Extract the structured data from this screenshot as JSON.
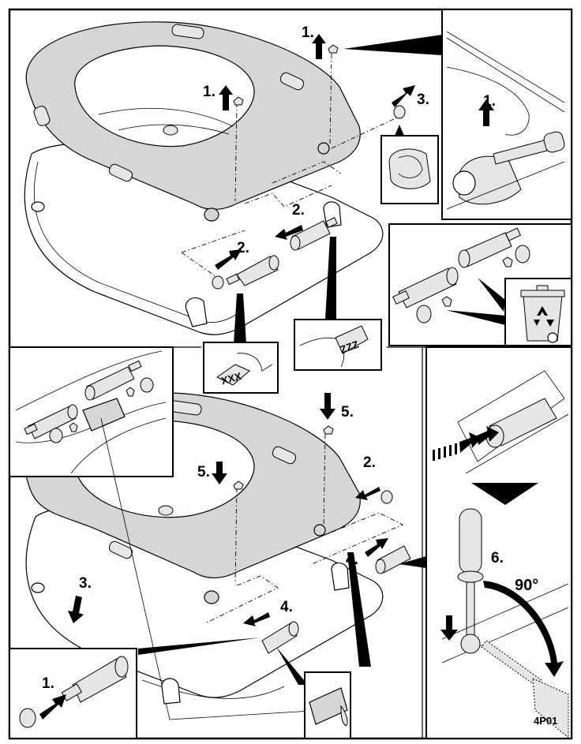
{
  "figure": {
    "code": "4P01",
    "colors": {
      "line": "#000000",
      "shade": "#d6d6d6",
      "background": "#ffffff"
    }
  },
  "top_overview": {
    "steps": [
      {
        "id": "lift-cap-left",
        "label": "1."
      },
      {
        "id": "lift-cap-right",
        "label": "1."
      },
      {
        "id": "pull-pin-right",
        "label": "2."
      },
      {
        "id": "pull-pin-left",
        "label": "2."
      },
      {
        "id": "remove-ring",
        "label": "3."
      }
    ]
  },
  "detail_screwdriver": {
    "step_label": "1."
  },
  "detail_parts_recycle": {
    "icon": "recycle-bin-icon"
  },
  "callout_pin_left": {
    "marking": "XXX"
  },
  "callout_pin_right": {
    "marking": "ZZZ"
  },
  "bottom_overview": {
    "steps": [
      {
        "id": "insert-cap-right",
        "label": "5."
      },
      {
        "id": "insert-cap-left",
        "label": "5."
      },
      {
        "id": "insert-ring",
        "label": "2."
      },
      {
        "id": "insert-pin-right",
        "label": "4."
      },
      {
        "id": "insert-pin-left",
        "label": "4."
      },
      {
        "id": "lower-seat",
        "label": "3."
      }
    ]
  },
  "detail_new_parts": {
    "icon": "lubricant-tube-icon"
  },
  "detail_assemble_pin": {
    "step_label": "1."
  },
  "detail_rotate": {
    "step_label": "6.",
    "angle_label": "90°"
  }
}
